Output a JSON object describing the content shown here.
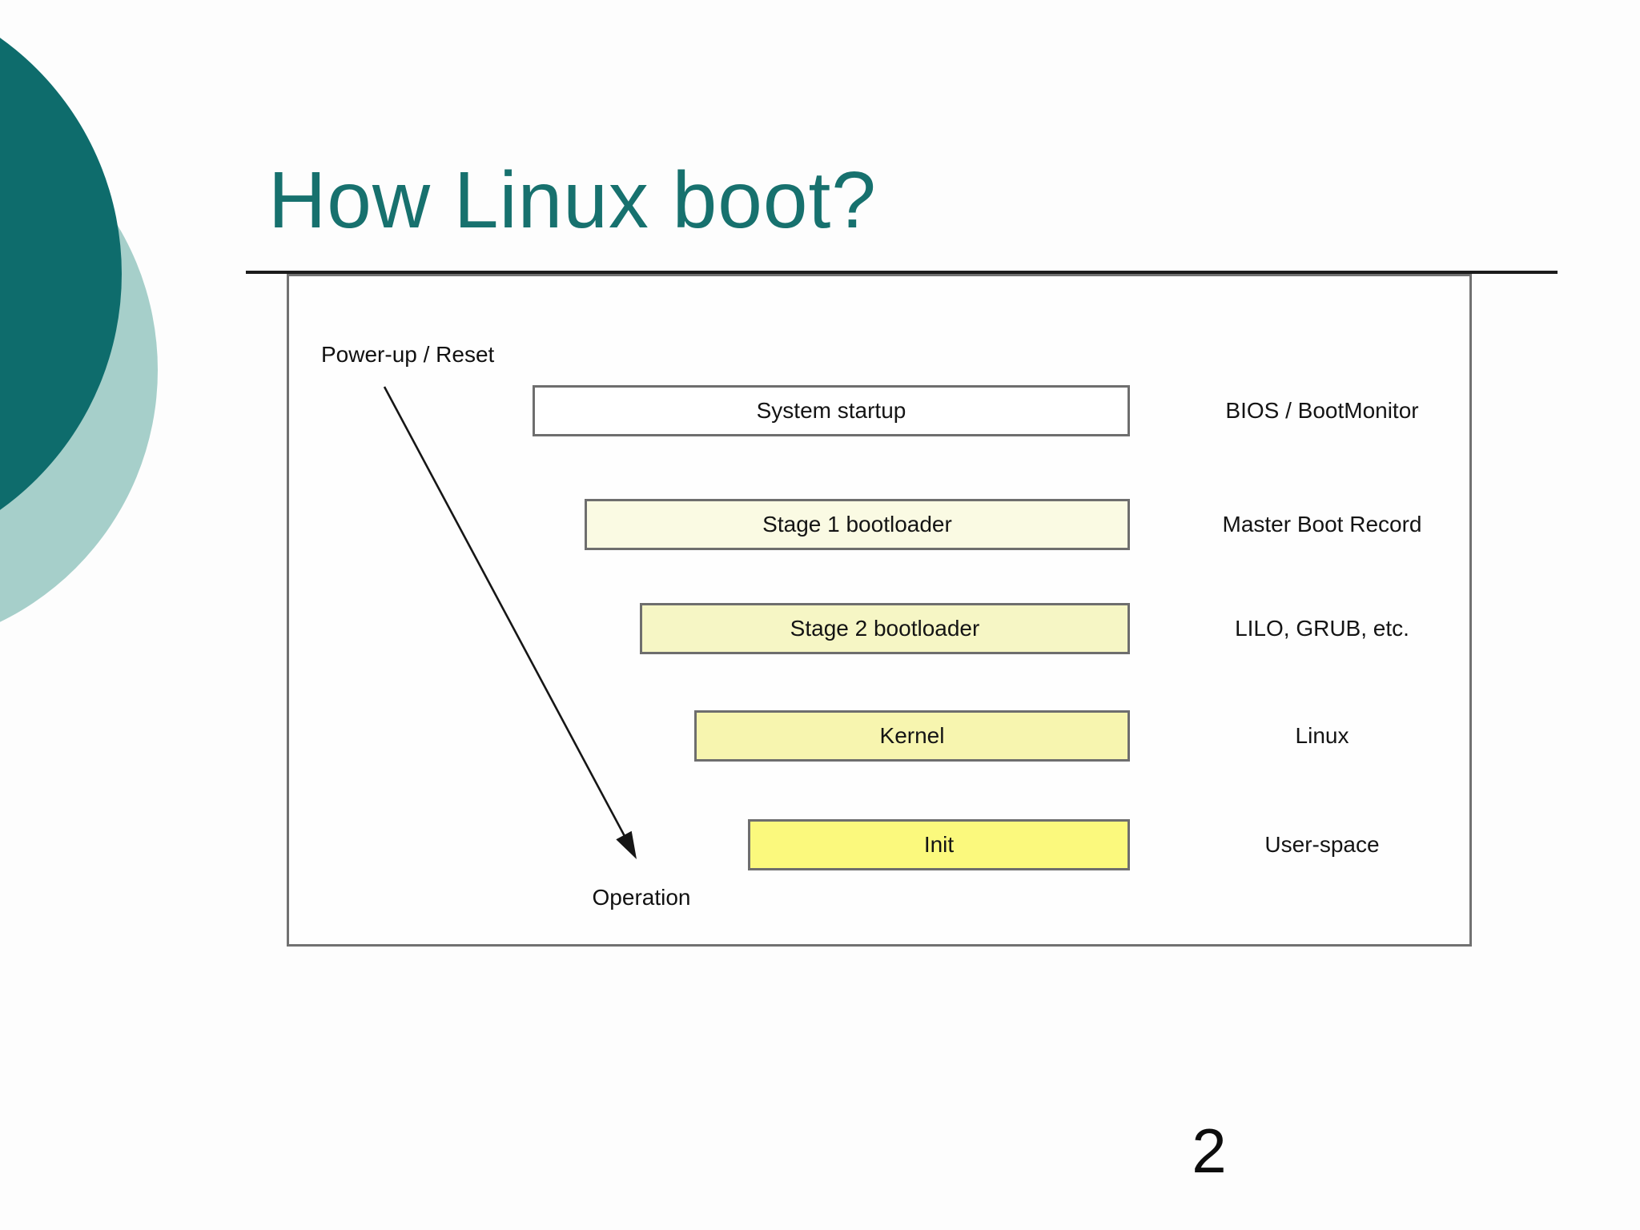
{
  "slide": {
    "title": "How Linux boot?",
    "page_number": "2",
    "colors": {
      "title_text": "#17716e",
      "circle_dark": "#0e6c6c",
      "circle_light": "#a6cfca",
      "box_border": "#6e6e6e",
      "panel_border": "#717171"
    }
  },
  "diagram": {
    "start_label": "Power-up / Reset",
    "end_label": "Operation",
    "rows": [
      {
        "box_label": "System startup",
        "side_label": "BIOS / BootMonitor",
        "fill": "#ffffff"
      },
      {
        "box_label": "Stage 1 bootloader",
        "side_label": "Master Boot Record",
        "fill": "#fafae3"
      },
      {
        "box_label": "Stage 2 bootloader",
        "side_label": "LILO, GRUB, etc.",
        "fill": "#f6f6c5"
      },
      {
        "box_label": "Kernel",
        "side_label": "Linux",
        "fill": "#f7f5af"
      },
      {
        "box_label": "Init",
        "side_label": "User-space",
        "fill": "#fbf97d"
      }
    ]
  }
}
